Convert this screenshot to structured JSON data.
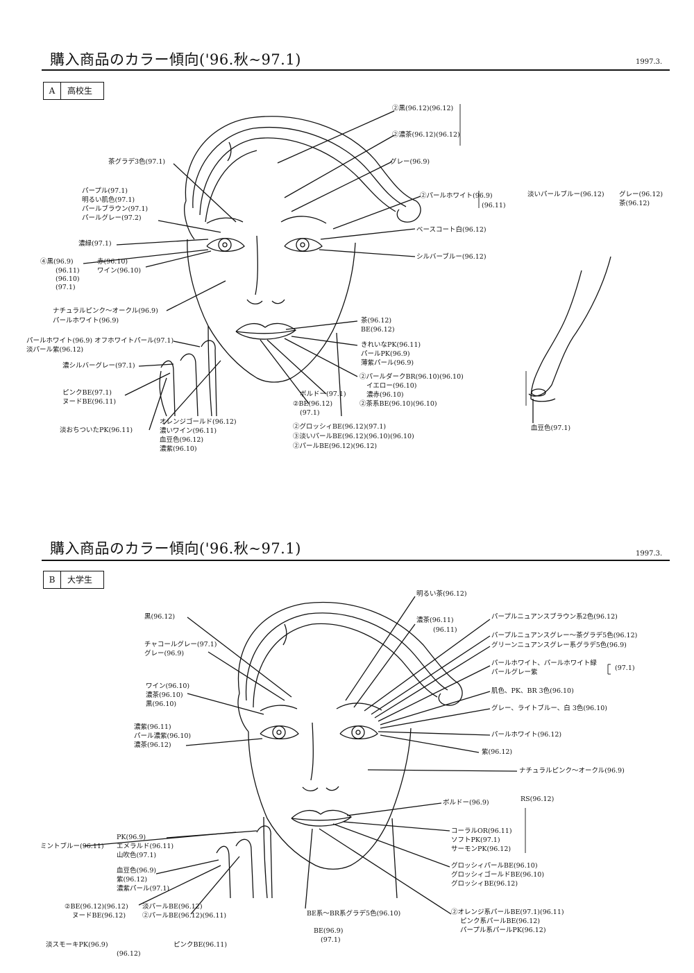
{
  "a": {
    "title": "購入商品のカラー傾向('96.秋~97.1)",
    "date": "1997.3.",
    "letter": "A",
    "group": "高校生",
    "labels": [
      "②黒(96.12)(96.12)",
      "②濃茶(96.12)(96.12)",
      "グレー(96.9)",
      "茶グラデ3色(97.1)",
      "②パールホワイト(96.9)",
      "(96.11)",
      "パープル(97.1)",
      "明るい肌色(97.1)",
      "パールブラウン(97.1)",
      "パールグレー(97.2)",
      "ベースコート白(96.12)",
      "濃緑(97.1)",
      "シルバーブルー(96.12)",
      "④黒(96.9)",
      "(96.11)",
      "(96.10)",
      "(97.1)",
      "赤(96.10)",
      "ワイン(96.10)",
      "ナチュラルピンク〜オークル(96.9)",
      "パールホワイト(96.9)",
      "茶(96.12)",
      "BE(96.12)",
      "パールホワイト(96.9) オフホワイトパール(97.1)",
      "淡パール紫(96.12)",
      "きれいなPK(96.11)",
      "パールPK(96.9)",
      "薄紫パール(96.9)",
      "濃シルバーグレー(97.1)",
      "②パールダークBR(96.10)(96.10)",
      "イエロー(96.10)",
      "濃赤(96.10)",
      "②茶系BE(96.10)(96.10)",
      "ピンクBE(97.1)",
      "ヌードBE(96.11)",
      "ボルドー(97.1)",
      "②BE(96.12)",
      "(97.1)",
      "淡おちついたPK(96.11)",
      "オレンジゴールド(96.12)",
      "濃いワイン(96.11)",
      "血豆色(96.12)",
      "濃紫(96.10)",
      "②グロッシィBE(96.12)(97.1)",
      "③淡いパールBE(96.12)(96.10)(96.10)",
      "②パールBE(96.12)(96.12)",
      "淡いパールブルー(96.12)",
      "グレー(96.12)",
      "茶(96.12)",
      "血豆色(97.1)"
    ]
  },
  "b": {
    "title": "購入商品のカラー傾向('96.秋~97.1)",
    "date": "1997.3.",
    "letter": "B",
    "group": "大学生",
    "labels": [
      "明るい茶(96.12)",
      "黒(96.12)",
      "濃茶(96.11)",
      "(96.11)",
      "パープルニュアンスブラウン系2色(96.12)",
      "パープルニュアンスグレー〜茶グラデ5色(96.12)",
      "グリーンニュアンスグレー系グラデ5色(96.9)",
      "チャコールグレー(97.1)",
      "グレー(96.9)",
      "パールホワイト、パールホワイト緑",
      "パールグレー紫",
      "(97.1)",
      "ワイン(96.10)",
      "濃茶(96.10)",
      "黒(96.10)",
      "肌色、PK、BR 3色(96.10)",
      "グレー、ライトブルー、白 3色(96.10)",
      "濃紫(96.11)",
      "パール濃紫(96.10)",
      "濃茶(96.12)",
      "パールホワイト(96.12)",
      "紫(96.12)",
      "ナチュラルピンク〜オークル(96.9)",
      "RS(96.12)",
      "ボルドー(96.9)",
      "PK(96.9)",
      "ミントブルー(96.11)",
      "エメラルド(96.11)",
      "山吹色(97.1)",
      "コーラルOR(96.11)",
      "ソフトPK(97.1)",
      "サーモンPK(96.12)",
      "血豆色(96.9)",
      "紫(96.12)",
      "濃紫パール(97.1)",
      "グロッシィパールBE(96.10)",
      "グロッシィゴールドBE(96.10)",
      "グロッシィBE(96.12)",
      "②BE(96.12)(96.12)",
      "淡パールBE(96.12)",
      "ヌードBE(96.12)",
      "②パールBE(96.12)(96.11)",
      "BE系〜BR系グラデ5色(96.10)",
      "②オレンジ系パールBE(97.1)(96.11)",
      "ピンク系パールBE(96.12)",
      "パープル系パールPK(96.12)",
      "BE(96.9)",
      "(97.1)",
      "淡スモーキPK(96.9)",
      "(96.12)",
      "ピンクBE(96.11)"
    ]
  }
}
